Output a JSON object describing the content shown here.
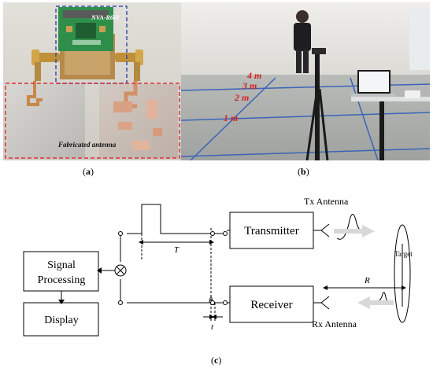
{
  "panel_a": {
    "caption_open": "(",
    "caption_letter": "a",
    "caption_close": ")",
    "chip_label": "NVA-R661",
    "antenna_label": "Fabricated antenna"
  },
  "panel_b": {
    "caption_open": "(",
    "caption_letter": "b",
    "caption_close": ")",
    "distances": [
      "4 m",
      "3 m",
      "2 m",
      "1 m"
    ]
  },
  "panel_c": {
    "caption_open": "(",
    "caption_letter": "c",
    "caption_close": ")",
    "blocks": {
      "signal_processing_line1": "Signal",
      "signal_processing_line2": "Processing",
      "display": "Display",
      "transmitter": "Transmitter",
      "receiver": "Receiver"
    },
    "labels": {
      "tx_antenna": "Tx Antenna",
      "rx_antenna": "Rx Antenna",
      "target": "Target",
      "period": "T",
      "delay": "t",
      "range": "R"
    }
  },
  "colors": {
    "label_red": "#d42020",
    "dashed_blue": "#3a4fa8",
    "dashed_red": "#d8323c"
  }
}
